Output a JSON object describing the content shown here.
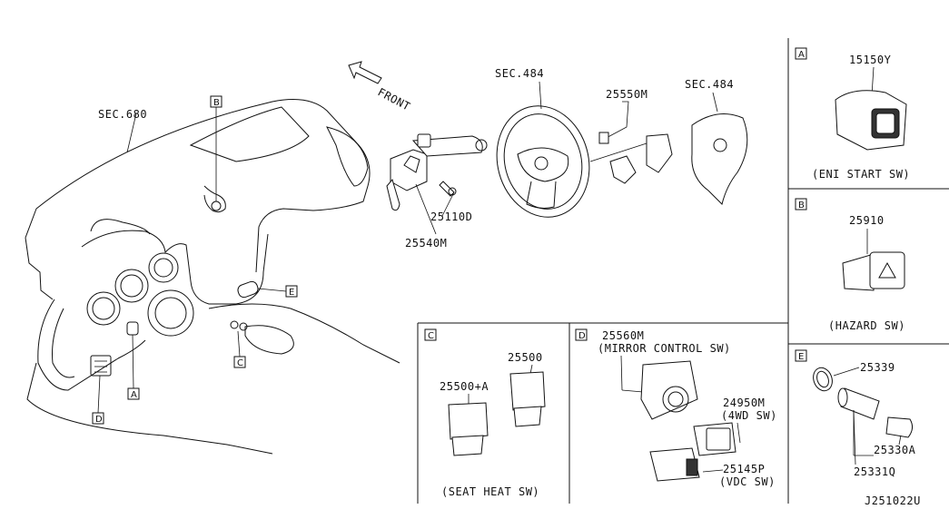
{
  "diagram_id": "J251022U",
  "front_arrow": "FRONT",
  "main": {
    "sec680": "SEC.680",
    "sec484_wheel": "SEC.484",
    "sec484_airbag": "SEC.484",
    "p25550m": "25550M",
    "p25110d": "25110D",
    "p25540m": "25540M",
    "callouts": {
      "a": "A",
      "b": "B",
      "c": "C",
      "d": "D",
      "e": "E"
    }
  },
  "panel_a": {
    "tag": "A",
    "part": "15150Y",
    "caption": "(ENI START SW)"
  },
  "panel_b": {
    "tag": "B",
    "part": "25910",
    "caption": "(HAZARD SW)"
  },
  "panel_c": {
    "tag": "C",
    "part1": "25500",
    "part2": "25500+A",
    "caption": "(SEAT HEAT SW)"
  },
  "panel_d": {
    "tag": "D",
    "part1": "25560M",
    "part1_caption": "(MIRROR CONTROL SW)",
    "part2": "24950M",
    "part2_caption": "(4WD SW)",
    "part3": "25145P",
    "part3_caption": "(VDC SW)"
  },
  "panel_e": {
    "tag": "E",
    "part1": "25339",
    "part2": "25330A",
    "part3": "25331Q"
  }
}
